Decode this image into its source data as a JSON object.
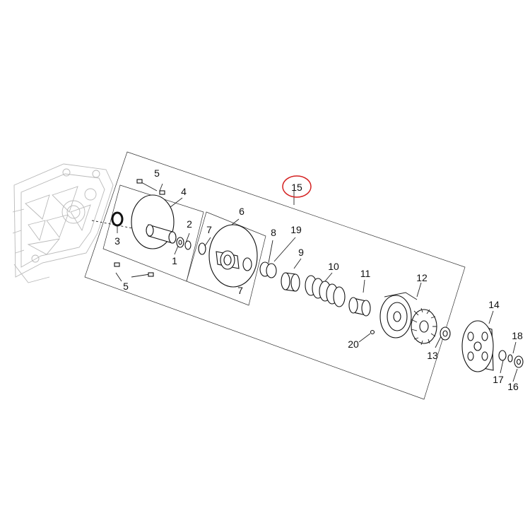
{
  "diagram": {
    "highlight_color": "#d42020",
    "line_color": "#222222",
    "ghost_color": "#b9b9b9",
    "callouts": {
      "p1": "1",
      "p2": "2",
      "p3": "3",
      "p4": "4",
      "p5a": "5",
      "p5b": "5",
      "p6": "6",
      "p7a": "7",
      "p7b": "7",
      "p8": "8",
      "p9": "9",
      "p10": "10",
      "p11": "11",
      "p12": "12",
      "p13": "13",
      "p14": "14",
      "p15": "15",
      "p16": "16",
      "p17": "17",
      "p18": "18",
      "p19": "19",
      "p20": "20"
    }
  }
}
